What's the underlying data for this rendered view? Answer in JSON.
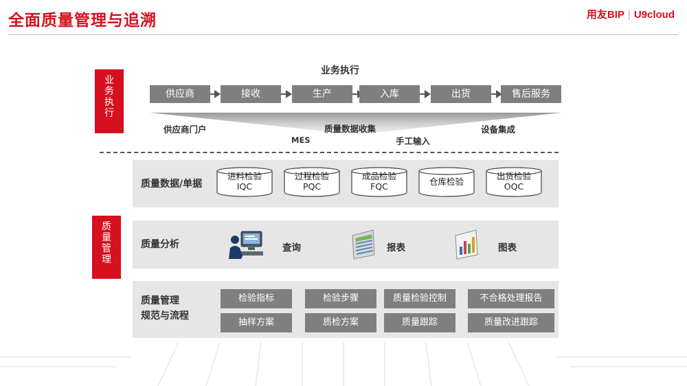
{
  "page": {
    "title": "全面质量管理与追溯",
    "logo": {
      "brand": "用友BIP",
      "product": "U9cloud"
    }
  },
  "business": {
    "tag": [
      "业",
      "务",
      "执",
      "行"
    ],
    "title": "业务执行",
    "steps": [
      "供应商",
      "接收",
      "生产",
      "入库",
      "出货",
      "售后服务"
    ],
    "sources": {
      "portal": "供应商门户",
      "collect": "质量数据收集",
      "device": "设备集成",
      "mes": "MES",
      "manual": "手工输入"
    }
  },
  "quality": {
    "tag": [
      "质",
      "量",
      "管",
      "理"
    ],
    "data_panel": {
      "label": "质量数据/单据",
      "items": [
        {
          "line1": "进料检验",
          "line2": "IQC"
        },
        {
          "line1": "过程检验",
          "line2": "PQC"
        },
        {
          "line1": "成品检验",
          "line2": "FQC"
        },
        {
          "line1": "仓库检验",
          "line2": ""
        },
        {
          "line1": "出货检验",
          "line2": "OQC"
        }
      ]
    },
    "analysis_panel": {
      "label": "质量分析",
      "items": [
        {
          "icon": "computer-user-icon",
          "label": "查询"
        },
        {
          "icon": "report-sheet-icon",
          "label": "报表"
        },
        {
          "icon": "bar-chart-icon",
          "label": "图表"
        }
      ]
    },
    "spec_panel": {
      "label_line1": "质量管理",
      "label_line2": "规范与流程",
      "row1": [
        "检验指标",
        "检验步骤",
        "质量检验控制",
        "不合格处理报告"
      ],
      "row2": [
        "抽样方案",
        "质检方案",
        "质量跟踪",
        "质量改进跟踪"
      ]
    }
  },
  "colors": {
    "accent": "#d6101e",
    "box": "#7f7f7f",
    "panel": "#e6e6e6"
  }
}
